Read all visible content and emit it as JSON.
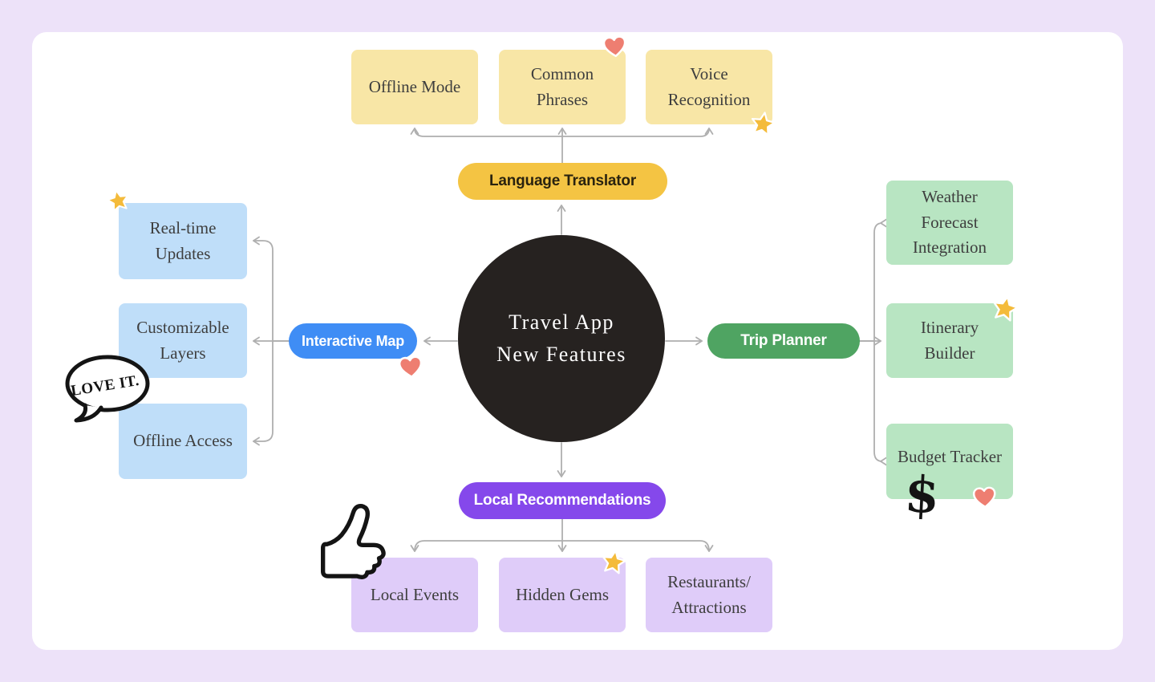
{
  "colors": {
    "page_bg": "#EDE2F9",
    "surface": "#FFFFFF",
    "connector": "#AFAFAF",
    "center_fill": "#262220",
    "center_text": "#FFFFFF",
    "box_text": "#3E3E3E",
    "top_pill": "#F4C443",
    "top_pill_text": "#2A230F",
    "top_box": "#F8E6A6",
    "left_pill": "#3F8DF5",
    "left_pill_text": "#FFFFFF",
    "left_box": "#BFDEF9",
    "right_pill": "#4FA462",
    "right_pill_text": "#FFFFFF",
    "right_box": "#B8E5C2",
    "bottom_pill": "#8548EB",
    "bottom_pill_text": "#FFFFFF",
    "bottom_box": "#DFCCF9",
    "star": "#F4BB3B",
    "heart": "#EE7E71",
    "sticker_stroke": "#FFFFFF",
    "doodle_ink": "#141414"
  },
  "center": {
    "title": "Travel App\nNew Features"
  },
  "top": {
    "label": "Language Translator",
    "children": [
      "Offline Mode",
      "Common\nPhrases",
      "Voice\nRecognition"
    ]
  },
  "left": {
    "label": "Interactive Map",
    "children": [
      "Real-time\nUpdates",
      "Customizable\nLayers",
      "Offline Access"
    ]
  },
  "right": {
    "label": "Trip Planner",
    "children": [
      "Weather\nForecast\nIntegration",
      "Itinerary\nBuilder",
      "Budget Tracker"
    ]
  },
  "bottom": {
    "label": "Local Recommendations",
    "children": [
      "Local Events",
      "Hidden Gems",
      "Restaurants/\nAttractions"
    ]
  },
  "doodles": {
    "speech_bubble": "LOVE IT.",
    "dollar_sign": "$"
  },
  "stickers": [
    {
      "type": "star",
      "on": "real-time-updates",
      "position": "top-left"
    },
    {
      "type": "heart",
      "on": "common-phrases",
      "position": "top-right"
    },
    {
      "type": "star",
      "on": "voice-recognition",
      "position": "bottom-right"
    },
    {
      "type": "heart",
      "on": "interactive-map",
      "position": "bottom-right"
    },
    {
      "type": "star",
      "on": "itinerary-builder",
      "position": "top-right"
    },
    {
      "type": "heart",
      "on": "budget-tracker",
      "position": "bottom-right"
    },
    {
      "type": "star",
      "on": "hidden-gems",
      "position": "top-right"
    },
    {
      "type": "thumbs-up",
      "on": "local-events",
      "position": "top-left"
    },
    {
      "type": "speech-bubble",
      "on": "customizable-layers",
      "position": "left"
    },
    {
      "type": "dollar-sign",
      "on": "budget-tracker",
      "position": "bottom-left"
    }
  ]
}
